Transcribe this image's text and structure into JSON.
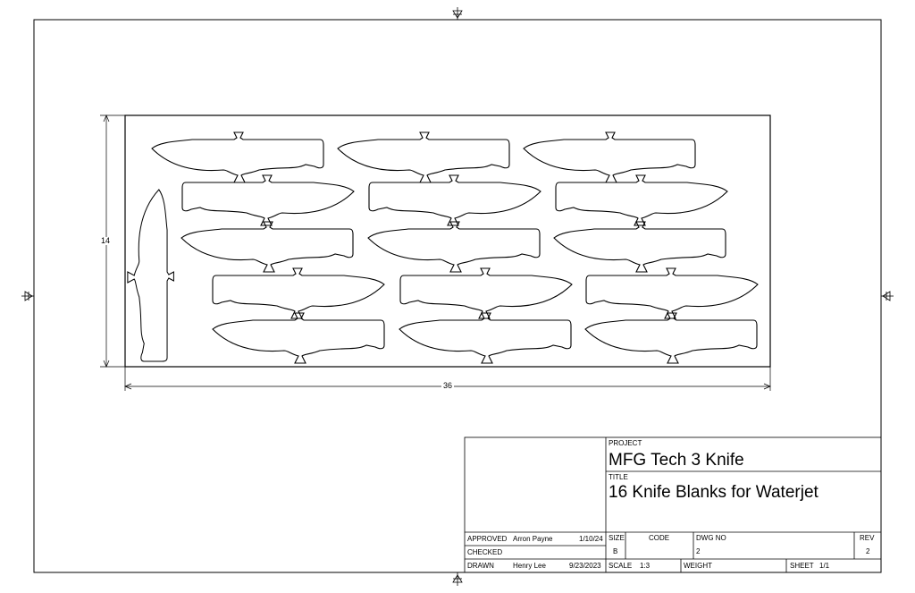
{
  "dimensions": {
    "height": "14",
    "width": "36"
  },
  "title_block": {
    "project_label": "PROJECT",
    "project": "MFG Tech 3 Knife",
    "title_label": "TITLE",
    "title": "16 Knife Blanks for Waterjet",
    "approved_label": "APPROVED",
    "approved_by": "Arron Payne",
    "approved_date": "1/10/24",
    "checked_label": "CHECKED",
    "drawn_label": "DRAWN",
    "drawn_by": "Henry Lee",
    "drawn_date": "9/23/2023",
    "size_label": "SIZE",
    "size": "B",
    "code_label": "CODE",
    "dwg_no_label": "DWG NO",
    "dwg_no": "2",
    "rev_label": "REV",
    "rev": "2",
    "scale_label": "SCALE",
    "scale": "1:3",
    "weight_label": "WEIGHT",
    "sheet_label": "SHEET",
    "sheet": "1/1"
  }
}
